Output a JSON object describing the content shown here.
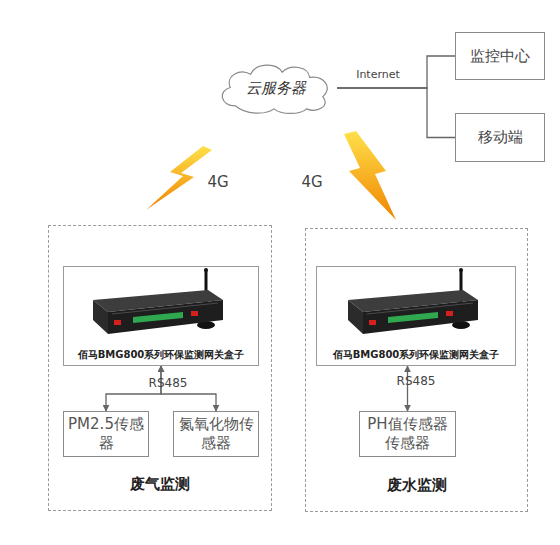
{
  "diagram": {
    "nodes": [
      {
        "text": [
          "云服务器"
        ]
      },
      {
        "text": [
          "监控中心"
        ]
      },
      {
        "text": [
          "移动端"
        ]
      },
      {
        "text": [
          "废气监测"
        ]
      },
      {
        "text": [
          "佰马BMG800系列环保监测网关盒子"
        ],
        "in": 3
      },
      {
        "text": [
          "PM2.5传感器"
        ],
        "in": 3
      },
      {
        "text": [
          "氮氧化物传感器"
        ],
        "in": 3
      },
      {
        "text": [
          "废水监测"
        ]
      },
      {
        "text": [
          "佰马BMG800系列环保监测网关盒子"
        ],
        "in": 7
      },
      {
        "text": [
          "PH值传感器传感器"
        ],
        "in": 7
      }
    ],
    "edges": [
      {
        "from": 0,
        "to": 1,
        "arrow": "none"
      },
      {
        "from": 0,
        "to": 2,
        "arrow": "none"
      },
      {
        "from": 4,
        "to": 5,
        "arrow": "both"
      },
      {
        "from": 4,
        "to": 6,
        "arrow": "both"
      },
      {
        "from": 8,
        "to": 9,
        "arrow": "both"
      }
    ],
    "labels": [
      "Internet",
      "4G",
      "4G",
      "RS485",
      "RS485"
    ]
  }
}
